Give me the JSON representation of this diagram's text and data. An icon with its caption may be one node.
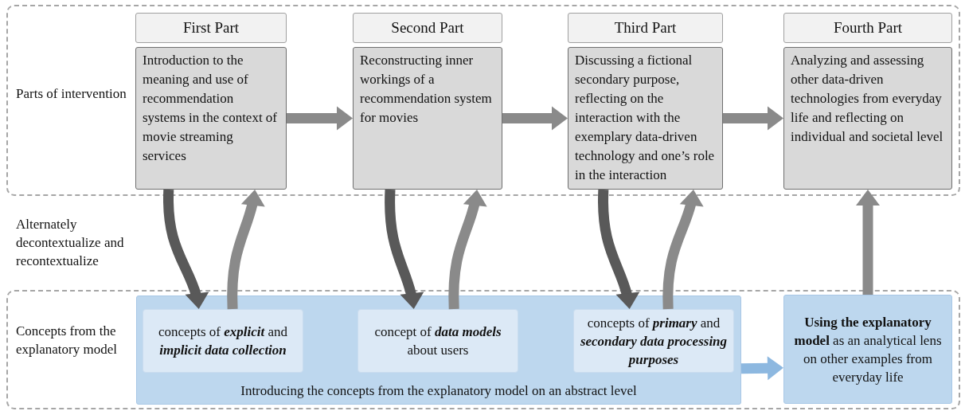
{
  "diagram": {
    "nodes": [
      {
        "text": [
          "Parts of intervention"
        ]
      },
      {
        "text": [
          "First Part"
        ],
        "in": 0
      },
      {
        "text": [
          "Introduction to the meaning and use of recommendation systems in the context of movie streaming services"
        ],
        "in": 0
      },
      {
        "text": [
          "Second Part"
        ],
        "in": 0
      },
      {
        "text": [
          "Reconstructing inner workings of a recommendation system for movies"
        ],
        "in": 0
      },
      {
        "text": [
          "Third Part"
        ],
        "in": 0
      },
      {
        "text": [
          "Discussing a fictional secondary purpose, reflecting on the interaction with the exemplary data-driven technology and one’s role in the interaction"
        ],
        "in": 0
      },
      {
        "text": [
          "Fourth Part"
        ],
        "in": 0
      },
      {
        "text": [
          "Analyzing and assessing other data-driven technologies from everyday life and reflecting on individual and societal level"
        ],
        "in": 0
      },
      {
        "text": [
          "Concepts from the explanatory model"
        ]
      },
      {
        "text": [
          "Introducing the concepts from the explanatory model on an abstract level"
        ],
        "in": 9
      },
      {
        "text": [
          "concepts of **explicit** and **implicit data collection**"
        ],
        "in": 10
      },
      {
        "text": [
          "concept of **data models** about users"
        ],
        "in": 10
      },
      {
        "text": [
          "concepts of **primary** and **secondary data processing purposes**"
        ],
        "in": 10
      },
      {
        "text": [
          "**Using the explanatory model** as an analytical lens on other examples from everyday life"
        ],
        "in": 9
      }
    ],
    "edges": [
      {
        "from": 2,
        "to": 4,
        "arrow": "to"
      },
      {
        "from": 4,
        "to": 6,
        "arrow": "to"
      },
      {
        "from": 6,
        "to": 8,
        "arrow": "to"
      },
      {
        "from": 2,
        "to": 11,
        "arrow": "to",
        "color": "#595959"
      },
      {
        "from": 11,
        "to": 2,
        "arrow": "to"
      },
      {
        "from": 4,
        "to": 12,
        "arrow": "to",
        "color": "#595959"
      },
      {
        "from": 12,
        "to": 4,
        "arrow": "to"
      },
      {
        "from": 6,
        "to": 13,
        "arrow": "to",
        "color": "#595959"
      },
      {
        "from": 13,
        "to": 6,
        "arrow": "to"
      },
      {
        "from": 14,
        "to": 8,
        "arrow": "to"
      },
      {
        "from": 10,
        "to": 14,
        "arrow": "to",
        "color": "#8db8e0"
      }
    ],
    "labels": [
      "Alternately decontextualize and recontextualize"
    ]
  }
}
